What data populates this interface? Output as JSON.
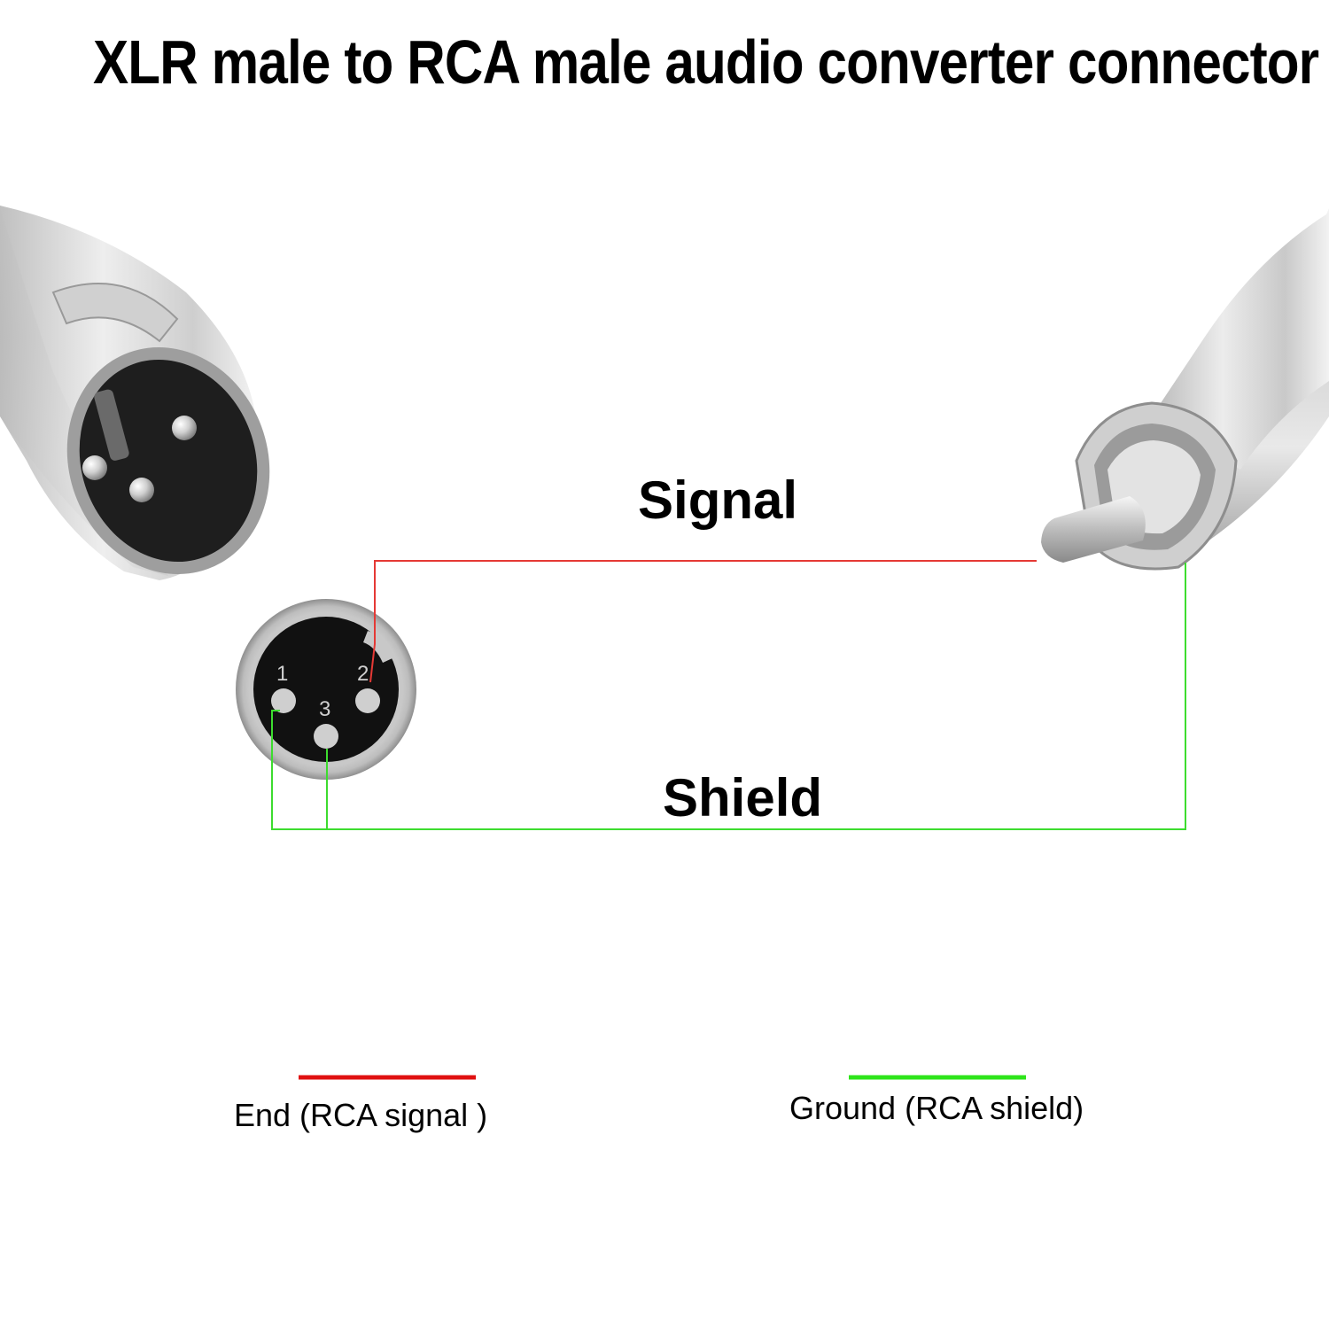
{
  "title": "XLR male to RCA male audio converter connector",
  "wires": {
    "signal": {
      "label": "Signal",
      "color": "#e53935"
    },
    "shield": {
      "label": "Shield",
      "color": "#3ddc2f"
    }
  },
  "pins": {
    "pin1": "1",
    "pin2": "2",
    "pin3": "3"
  },
  "legend": {
    "signal": {
      "label": "End (RCA signal )",
      "color": "#e01010"
    },
    "ground": {
      "label": "Ground (RCA shield)",
      "color": "#2ee51a"
    }
  },
  "colors": {
    "metal_light": "#e6e6e6",
    "metal_dark": "#9a9a9a",
    "connector_face": "#1a1a1a"
  }
}
